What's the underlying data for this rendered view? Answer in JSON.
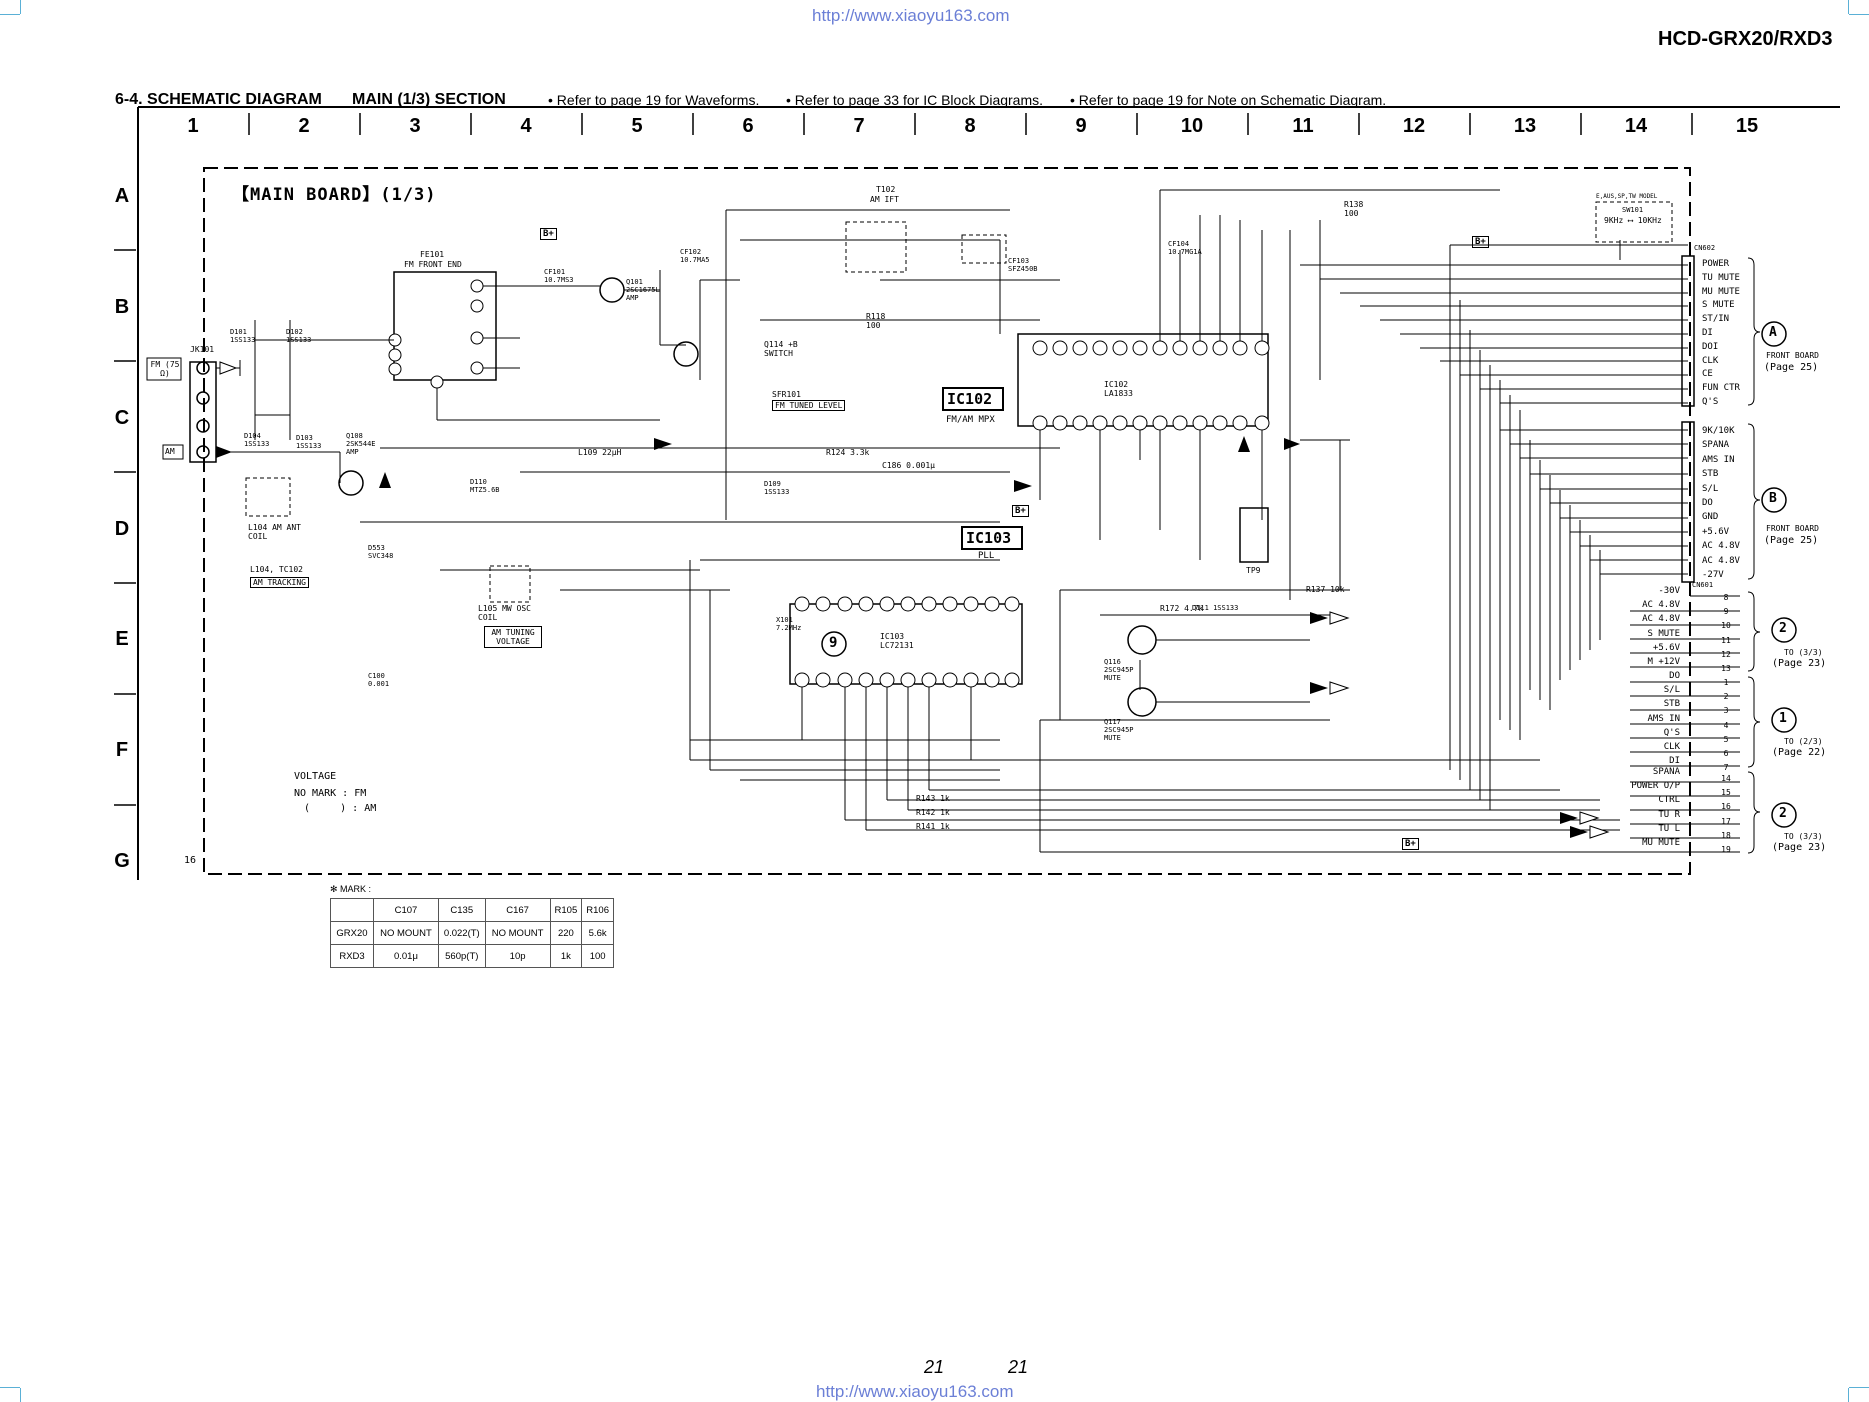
{
  "header": {
    "url_top": "http://www.xiaoyu163.com",
    "model": "HCD-GRX20/RXD3",
    "section_title": "6-4. SCHEMATIC DIAGRAM",
    "section_sub": "MAIN (1/3) SECTION",
    "notes": [
      "• Refer to page 19 for Waveforms.",
      "• Refer to page 33 for IC Block Diagrams.",
      "• Refer to page 19 for Note on Schematic Diagram."
    ]
  },
  "grid": {
    "columns": [
      "1",
      "2",
      "3",
      "4",
      "5",
      "6",
      "7",
      "8",
      "9",
      "10",
      "11",
      "12",
      "13",
      "14",
      "15"
    ],
    "rows": [
      "A",
      "B",
      "C",
      "D",
      "E",
      "F",
      "G"
    ]
  },
  "board": {
    "title": "【MAIN BOARD】(1/3)",
    "corner_num": "16"
  },
  "voltage_note": {
    "title": "VOLTAGE",
    "line1": "NO MARK : FM",
    "line2": "(     ) : AM"
  },
  "components": {
    "ic102": "IC102",
    "ic102_desc": "FM/AM MPX",
    "ic102_part": "IC102 LA1833",
    "ic103": "IC103",
    "ic103_desc": "PLL",
    "ic103_part": "IC103 LC72131",
    "fe101": "FE101",
    "fe101_desc": "FM FRONT END",
    "jk101": "JK101",
    "fm_label": "FM (75 Ω)",
    "am_label": "AM",
    "t102": "T102",
    "t102_desc": "AM IFT",
    "cf103": "CF103 SFZ450B",
    "cf104": "CF104 10.7MG1A",
    "cf101": "CF101 10.7MS3",
    "cf102": "CF102 10.7MA5",
    "q101": "Q101 2SC1675L AMP",
    "q108": "Q108 2SK544E AMP",
    "q114": "Q114 +B SWITCH",
    "q116": "Q116 2SC945P MUTE",
    "q117": "Q117 2SC945P MUTE",
    "sfr101": "SFR101",
    "sfr101_desc": "FM TUNED LEVEL",
    "l104": "L104 AM ANT COIL",
    "l104_tc102": "L104, TC102",
    "am_tracking": "AM TRACKING",
    "l105": "L105 MW OSC COIL",
    "am_tuning": "AM TUNING VOLTAGE",
    "d101": "D101 1SS133",
    "d102": "D102 1SS133",
    "d104": "D104 1SS133",
    "d103": "D103 1SS133",
    "d109": "D109 1SS133",
    "d111": "D111 1SS133",
    "d110": "D110 MTZ5.6B",
    "d553": "D553 SVC348",
    "sw101": "SW101",
    "sw101_desc": "9KHz ⟷ 10KHz",
    "sw101_model": "E,AUS,SP,TW MODEL",
    "x101": "X101 7.2MHz",
    "tp9": "TP9",
    "badge9": "9",
    "bplus": "B+",
    "c100": "C100 0.001",
    "l109": "L109 22μH",
    "r124": "R124 3.3k",
    "c186": "C186 0.001μ",
    "r118": "R118 100",
    "r138": "R138 100",
    "r143": "R143 1k",
    "r142": "R142 1k",
    "r141": "R141 1k",
    "r137": "R137 10k",
    "r172": "R172 4.7k"
  },
  "connectors": {
    "cn602": "CN602",
    "cn601": "CN601",
    "cn602_pins": [
      "POWER",
      "TU MUTE",
      "MU MUTE",
      "S MUTE",
      "ST/IN",
      "DI",
      "DOI",
      "CLK",
      "CE",
      "FUN CTR",
      "Q'S"
    ],
    "cn601_pins": [
      "9K/10K",
      "SPANA",
      "AMS IN",
      "STB",
      "S/L",
      "DO",
      "GND",
      "+5.6V",
      "AC 4.8V",
      "AC 4.8V",
      "-27V"
    ],
    "to33a_pins": [
      "-30V",
      "AC 4.8V",
      "AC 4.8V",
      "S MUTE",
      "+5.6V",
      "M +12V"
    ],
    "to23_pins": [
      "DO",
      "S/L",
      "STB",
      "AMS IN",
      "Q'S",
      "CLK",
      "DI"
    ],
    "to33b_pins": [
      "SPANA",
      "POWER O/P",
      "CTRL",
      "TU R",
      "TU L",
      "MU MUTE"
    ],
    "to33a_nums": [
      "8",
      "9",
      "10",
      "11",
      "12",
      "13"
    ],
    "to23_nums": [
      "1",
      "2",
      "3",
      "4",
      "5",
      "6",
      "7"
    ],
    "to33b_nums": [
      "14",
      "15",
      "16",
      "17",
      "18",
      "19"
    ]
  },
  "references": {
    "front_a": {
      "letter": "A",
      "line1": "FRONT BOARD",
      "line2": "(Page 25)"
    },
    "front_b": {
      "letter": "B",
      "line1": "FRONT BOARD",
      "line2": "(Page 25)"
    },
    "to33_top": {
      "letter": "2",
      "line1": "TO (3/3)",
      "line2": "(Page 23)"
    },
    "to23": {
      "letter": "1",
      "line1": "TO (2/3)",
      "line2": "(Page 22)"
    },
    "to33_bot": {
      "letter": "2",
      "line1": "TO (3/3)",
      "line2": "(Page 23)"
    }
  },
  "mark_table": {
    "caption": "✻ MARK :",
    "headers": [
      "",
      "C107",
      "C135",
      "C167",
      "R105",
      "R106"
    ],
    "rows": [
      [
        "GRX20",
        "NO MOUNT",
        "0.022(T)",
        "NO MOUNT",
        "220",
        "5.6k"
      ],
      [
        "RXD3",
        "0.01μ",
        "560p(T)",
        "10p",
        "1k",
        "100"
      ]
    ]
  },
  "footer": {
    "page_left": "21",
    "page_right": "21",
    "url_bottom": "http://www.xiaoyu163.com"
  },
  "colors": {
    "url": "#6b7fd6",
    "crop": "#5ab0d6",
    "ink": "#000000"
  }
}
